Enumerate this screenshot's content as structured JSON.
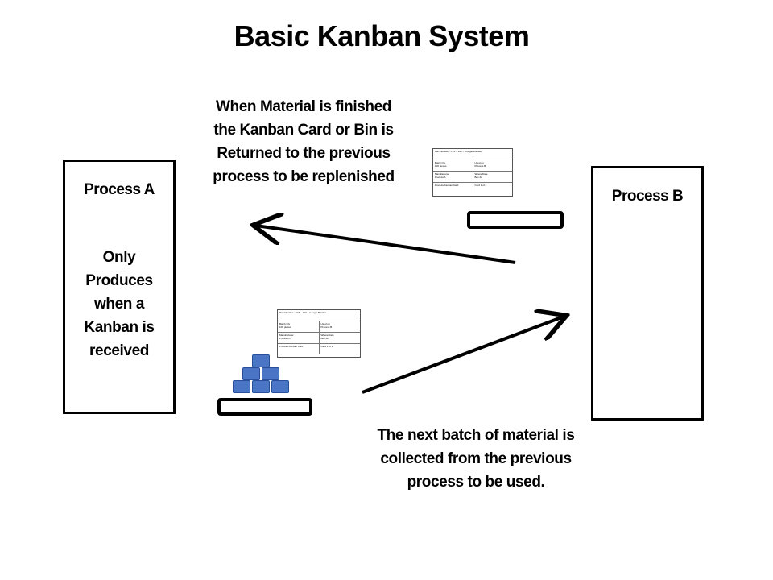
{
  "title": "Basic Kanban System",
  "process_a": {
    "label": "Process A",
    "note": "Only\nProduces\nwhen a\nKanban is\nreceived"
  },
  "process_b": {
    "label": "Process B"
  },
  "notes": {
    "top": "When Material is finished\nthe Kanban Card or Bin is\nReturned to the previous\nprocess to be replenished",
    "bottom": "The next batch of material is\ncollected from the previous\nprocess to be used."
  },
  "kanban_card": {
    "part_number": "Part Number : XYZ – 123 – A   Angle Bracket",
    "batch_qty_label": "Batch Qty",
    "batch_qty_value": "100 pieces",
    "used_on_label": "Used on",
    "used_on_value": "Process B",
    "manufacturer_label": "Manufacturer",
    "manufacturer_value": "Process A",
    "wharel_date_label": "Where/Date",
    "wharel_date_value": "Box 22",
    "footer_left": "Process Kanban Card",
    "footer_right": "Card 1 of 2",
    "footer_right_bottom": "Card 1 of 3"
  },
  "colors": {
    "block_fill": "#4a74c4",
    "outline": "#000000"
  }
}
